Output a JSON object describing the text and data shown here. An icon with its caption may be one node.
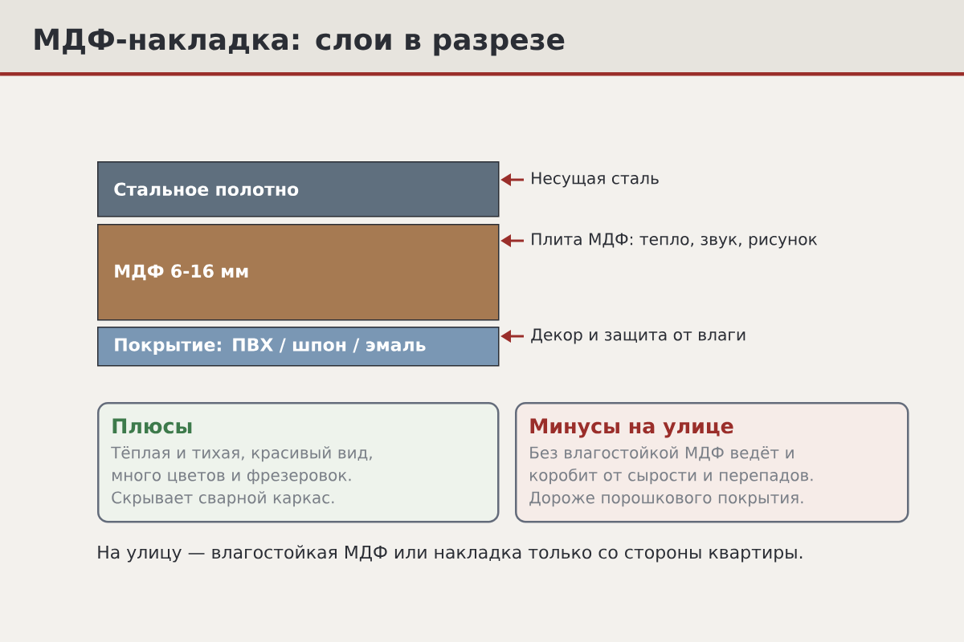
{
  "diagram": {
    "title": "МДФ-накладка: слои в разрезе",
    "nodes": [
      {
        "text": [
          "Стальное полотно"
        ]
      },
      {
        "text": [
          "МДФ 6-16 мм"
        ]
      },
      {
        "text": [
          "Покрытие: ПВХ / шпон / эмаль"
        ]
      },
      {
        "text": [
          "Несущая сталь"
        ]
      },
      {
        "text": [
          "Плита МДФ: тепло, звук, рисунок"
        ]
      },
      {
        "text": [
          "Декор и защита от влаги"
        ]
      },
      {
        "text": [
          "Плюсы",
          "Тёплая и тихая, красивый вид, много цветов и фрезеровок. Скрывает сварной каркас."
        ]
      },
      {
        "text": [
          "Минусы на улице",
          "Без влагостойкой МДФ ведёт и коробит от сырости и перепадов. Дороже порошкового покрытия."
        ]
      }
    ],
    "edges": [
      {
        "from": 3,
        "to": 0,
        "arrow": "to"
      },
      {
        "from": 4,
        "to": 1,
        "arrow": "to"
      },
      {
        "from": 5,
        "to": 2,
        "arrow": "to"
      }
    ],
    "labels": [
      "На улицу — влагостойкая МДФ или накладка только со стороны квартиры."
    ]
  }
}
